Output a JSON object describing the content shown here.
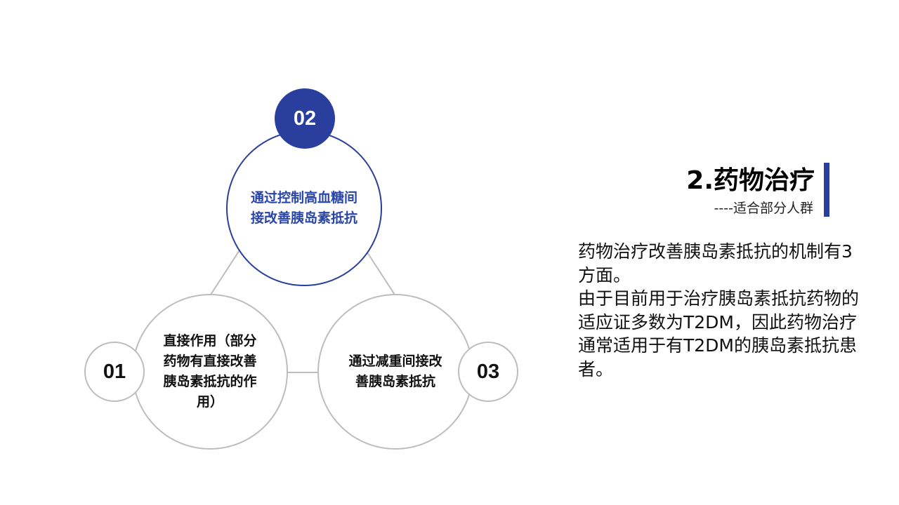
{
  "diagram": {
    "nodes": [
      {
        "number": "02",
        "text": "通过控制高血糖间接改善胰岛素抵抗"
      },
      {
        "number": "01",
        "text": "直接作用（部分药物有直接改善胰岛素抵抗的作用）"
      },
      {
        "number": "03",
        "text": "通过减重间接改善胰岛素抵抗"
      }
    ]
  },
  "heading": {
    "title": "2.药物治疗",
    "subtitle": "----适合部分人群"
  },
  "description": [
    "药物治疗改善胰岛素抵抗的机制有3方面。",
    "由于目前用于治疗胰岛素抵抗药物的适应证多数为T2DM，因此药物治疗通常适用于有T2DM的胰岛素抵抗患者。"
  ],
  "colors": {
    "accent": "#2a3f9d",
    "node_text_blue": "#2a45a8",
    "connector_gray": "#bdbdbd"
  }
}
